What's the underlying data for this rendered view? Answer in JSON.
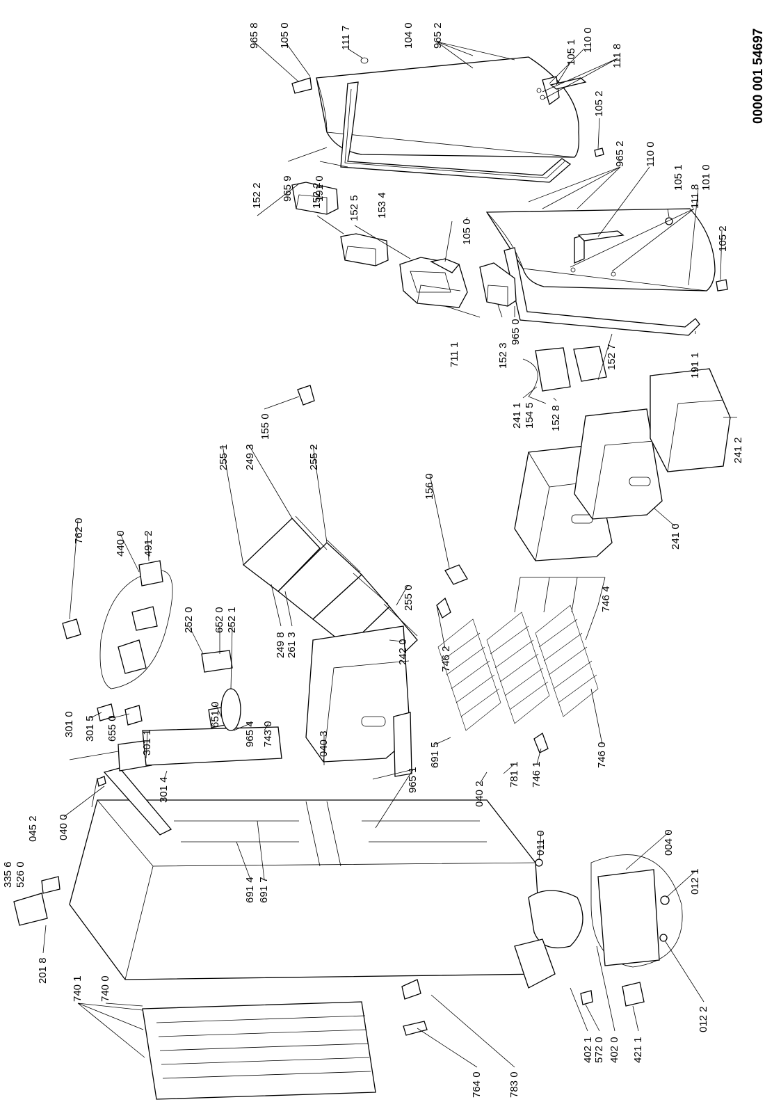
{
  "document": {
    "number": "0000 001 54697"
  },
  "labels": [
    {
      "id": "965_8",
      "text": "965 8"
    },
    {
      "id": "105_0a",
      "text": "105 0"
    },
    {
      "id": "111_7",
      "text": "111 7"
    },
    {
      "id": "104_0",
      "text": "104 0"
    },
    {
      "id": "965_2a",
      "text": "965 2"
    },
    {
      "id": "105_1a",
      "text": "105 1"
    },
    {
      "id": "110_0a",
      "text": "110 0"
    },
    {
      "id": "111_8a",
      "text": "111 8"
    },
    {
      "id": "105_2a",
      "text": "105 2"
    },
    {
      "id": "965_9",
      "text": "965 9"
    },
    {
      "id": "191_0",
      "text": "191 0"
    },
    {
      "id": "965_2b",
      "text": "965 2"
    },
    {
      "id": "110_0b",
      "text": "110 0"
    },
    {
      "id": "105_1b",
      "text": "105 1"
    },
    {
      "id": "111_8b",
      "text": "111 8"
    },
    {
      "id": "101_0",
      "text": "101 0"
    },
    {
      "id": "105_2b",
      "text": "105 2"
    },
    {
      "id": "152_2a",
      "text": "152 2"
    },
    {
      "id": "152_2b",
      "text": "152 2"
    },
    {
      "id": "152_5",
      "text": "152 5"
    },
    {
      "id": "153_4",
      "text": "153 4"
    },
    {
      "id": "105_0b",
      "text": "105 0"
    },
    {
      "id": "711_1",
      "text": "711 1"
    },
    {
      "id": "152_3",
      "text": "152 3"
    },
    {
      "id": "965_0",
      "text": "965 0"
    },
    {
      "id": "191_1",
      "text": "191 1"
    },
    {
      "id": "152_7",
      "text": "152 7"
    },
    {
      "id": "152_8",
      "text": "152 8"
    },
    {
      "id": "241_1",
      "text": "241 1"
    },
    {
      "id": "154_5",
      "text": "154 5"
    },
    {
      "id": "155_0",
      "text": "155 0"
    },
    {
      "id": "255_1",
      "text": "255 1"
    },
    {
      "id": "249_3",
      "text": "249 3"
    },
    {
      "id": "255_2",
      "text": "255 2"
    },
    {
      "id": "156_0",
      "text": "156 0"
    },
    {
      "id": "241_2",
      "text": "241 2"
    },
    {
      "id": "241_0",
      "text": "241 0"
    },
    {
      "id": "762_0",
      "text": "762 0"
    },
    {
      "id": "440_0",
      "text": "440 0"
    },
    {
      "id": "491_2",
      "text": "491 2"
    },
    {
      "id": "255_0",
      "text": "255 0"
    },
    {
      "id": "242_0",
      "text": "242 0"
    },
    {
      "id": "746_4",
      "text": "746 4"
    },
    {
      "id": "746_2",
      "text": "746 2"
    },
    {
      "id": "252_0",
      "text": "252 0"
    },
    {
      "id": "652_0",
      "text": "652 0"
    },
    {
      "id": "252_1",
      "text": "252 1"
    },
    {
      "id": "249_8",
      "text": "249 8"
    },
    {
      "id": "261_3",
      "text": "261 3"
    },
    {
      "id": "301_0",
      "text": "301 0"
    },
    {
      "id": "301_5",
      "text": "301 5"
    },
    {
      "id": "655_0",
      "text": "655 0"
    },
    {
      "id": "301_1",
      "text": "301 1"
    },
    {
      "id": "651_0",
      "text": "651 0"
    },
    {
      "id": "965_4",
      "text": "965 4"
    },
    {
      "id": "743_0",
      "text": "743 0"
    },
    {
      "id": "040_3",
      "text": "040 3"
    },
    {
      "id": "965_1",
      "text": "965 1"
    },
    {
      "id": "691_5",
      "text": "691 5"
    },
    {
      "id": "746_0",
      "text": "746 0"
    },
    {
      "id": "301_4",
      "text": "301 4"
    },
    {
      "id": "040_2",
      "text": "040 2"
    },
    {
      "id": "781_1",
      "text": "781 1"
    },
    {
      "id": "746_1",
      "text": "746 1"
    },
    {
      "id": "045_2",
      "text": "045 2"
    },
    {
      "id": "040_0",
      "text": "040 0"
    },
    {
      "id": "011_0",
      "text": "011 0"
    },
    {
      "id": "004_0",
      "text": "004 0"
    },
    {
      "id": "335_6",
      "text": "335 6"
    },
    {
      "id": "526_0",
      "text": "526 0"
    },
    {
      "id": "691_4",
      "text": "691 4"
    },
    {
      "id": "691_7",
      "text": "691 7"
    },
    {
      "id": "012_1",
      "text": "012 1"
    },
    {
      "id": "201_8",
      "text": "201 8"
    },
    {
      "id": "740_1",
      "text": "740 1"
    },
    {
      "id": "740_0",
      "text": "740 0"
    },
    {
      "id": "402_1",
      "text": "402 1"
    },
    {
      "id": "572_0",
      "text": "572 0"
    },
    {
      "id": "402_0",
      "text": "402 0"
    },
    {
      "id": "421_1",
      "text": "421 1"
    },
    {
      "id": "012_2",
      "text": "012 2"
    },
    {
      "id": "764_0",
      "text": "764 0"
    },
    {
      "id": "783_0",
      "text": "783 0"
    }
  ]
}
